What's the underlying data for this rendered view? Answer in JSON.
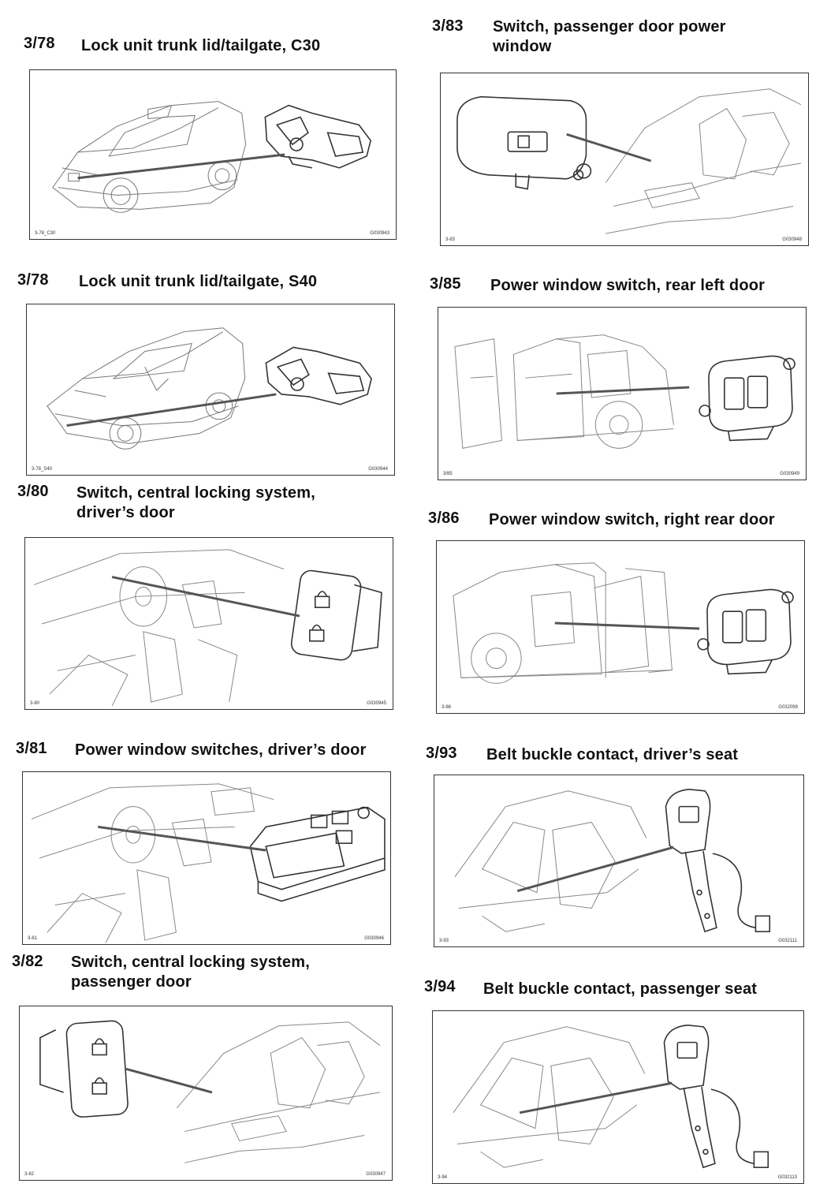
{
  "entries": [
    {
      "code": "3/78",
      "title": "Lock unit trunk lid/tailgate, C30",
      "ref_left": "3-78_C30",
      "ref_right": "G030943"
    },
    {
      "code": "3/78",
      "title": "Lock unit trunk lid/tailgate, S40",
      "ref_left": "3-78_S40",
      "ref_right": "G030944"
    },
    {
      "code": "3/80",
      "title_line1": "Switch, central locking system,",
      "title_line2": "driver’s door",
      "ref_left": "3-80",
      "ref_right": "G030945"
    },
    {
      "code": "3/81",
      "title": "Power window switches, driver’s door",
      "ref_left": "3-81",
      "ref_right": "G030946"
    },
    {
      "code": "3/82",
      "title_line1": "Switch, central locking system,",
      "title_line2": "passenger door",
      "ref_left": "3-82",
      "ref_right": "G030947"
    },
    {
      "code": "3/83",
      "title_line1": "Switch, passenger door power",
      "title_line2": "window",
      "ref_left": "3-83",
      "ref_right": "G030948"
    },
    {
      "code": "3/85",
      "title": "Power window switch, rear left door",
      "ref_left": "3/85",
      "ref_right": "G030949"
    },
    {
      "code": "3/86",
      "title": "Power window switch, right rear door",
      "ref_left": "3-86",
      "ref_right": "G032099"
    },
    {
      "code": "3/93",
      "title": "Belt buckle contact, driver’s seat",
      "ref_left": "3-93",
      "ref_right": "G032111"
    },
    {
      "code": "3/94",
      "title": "Belt buckle contact, passenger seat",
      "ref_left": "3-94",
      "ref_right": "G032113"
    }
  ]
}
